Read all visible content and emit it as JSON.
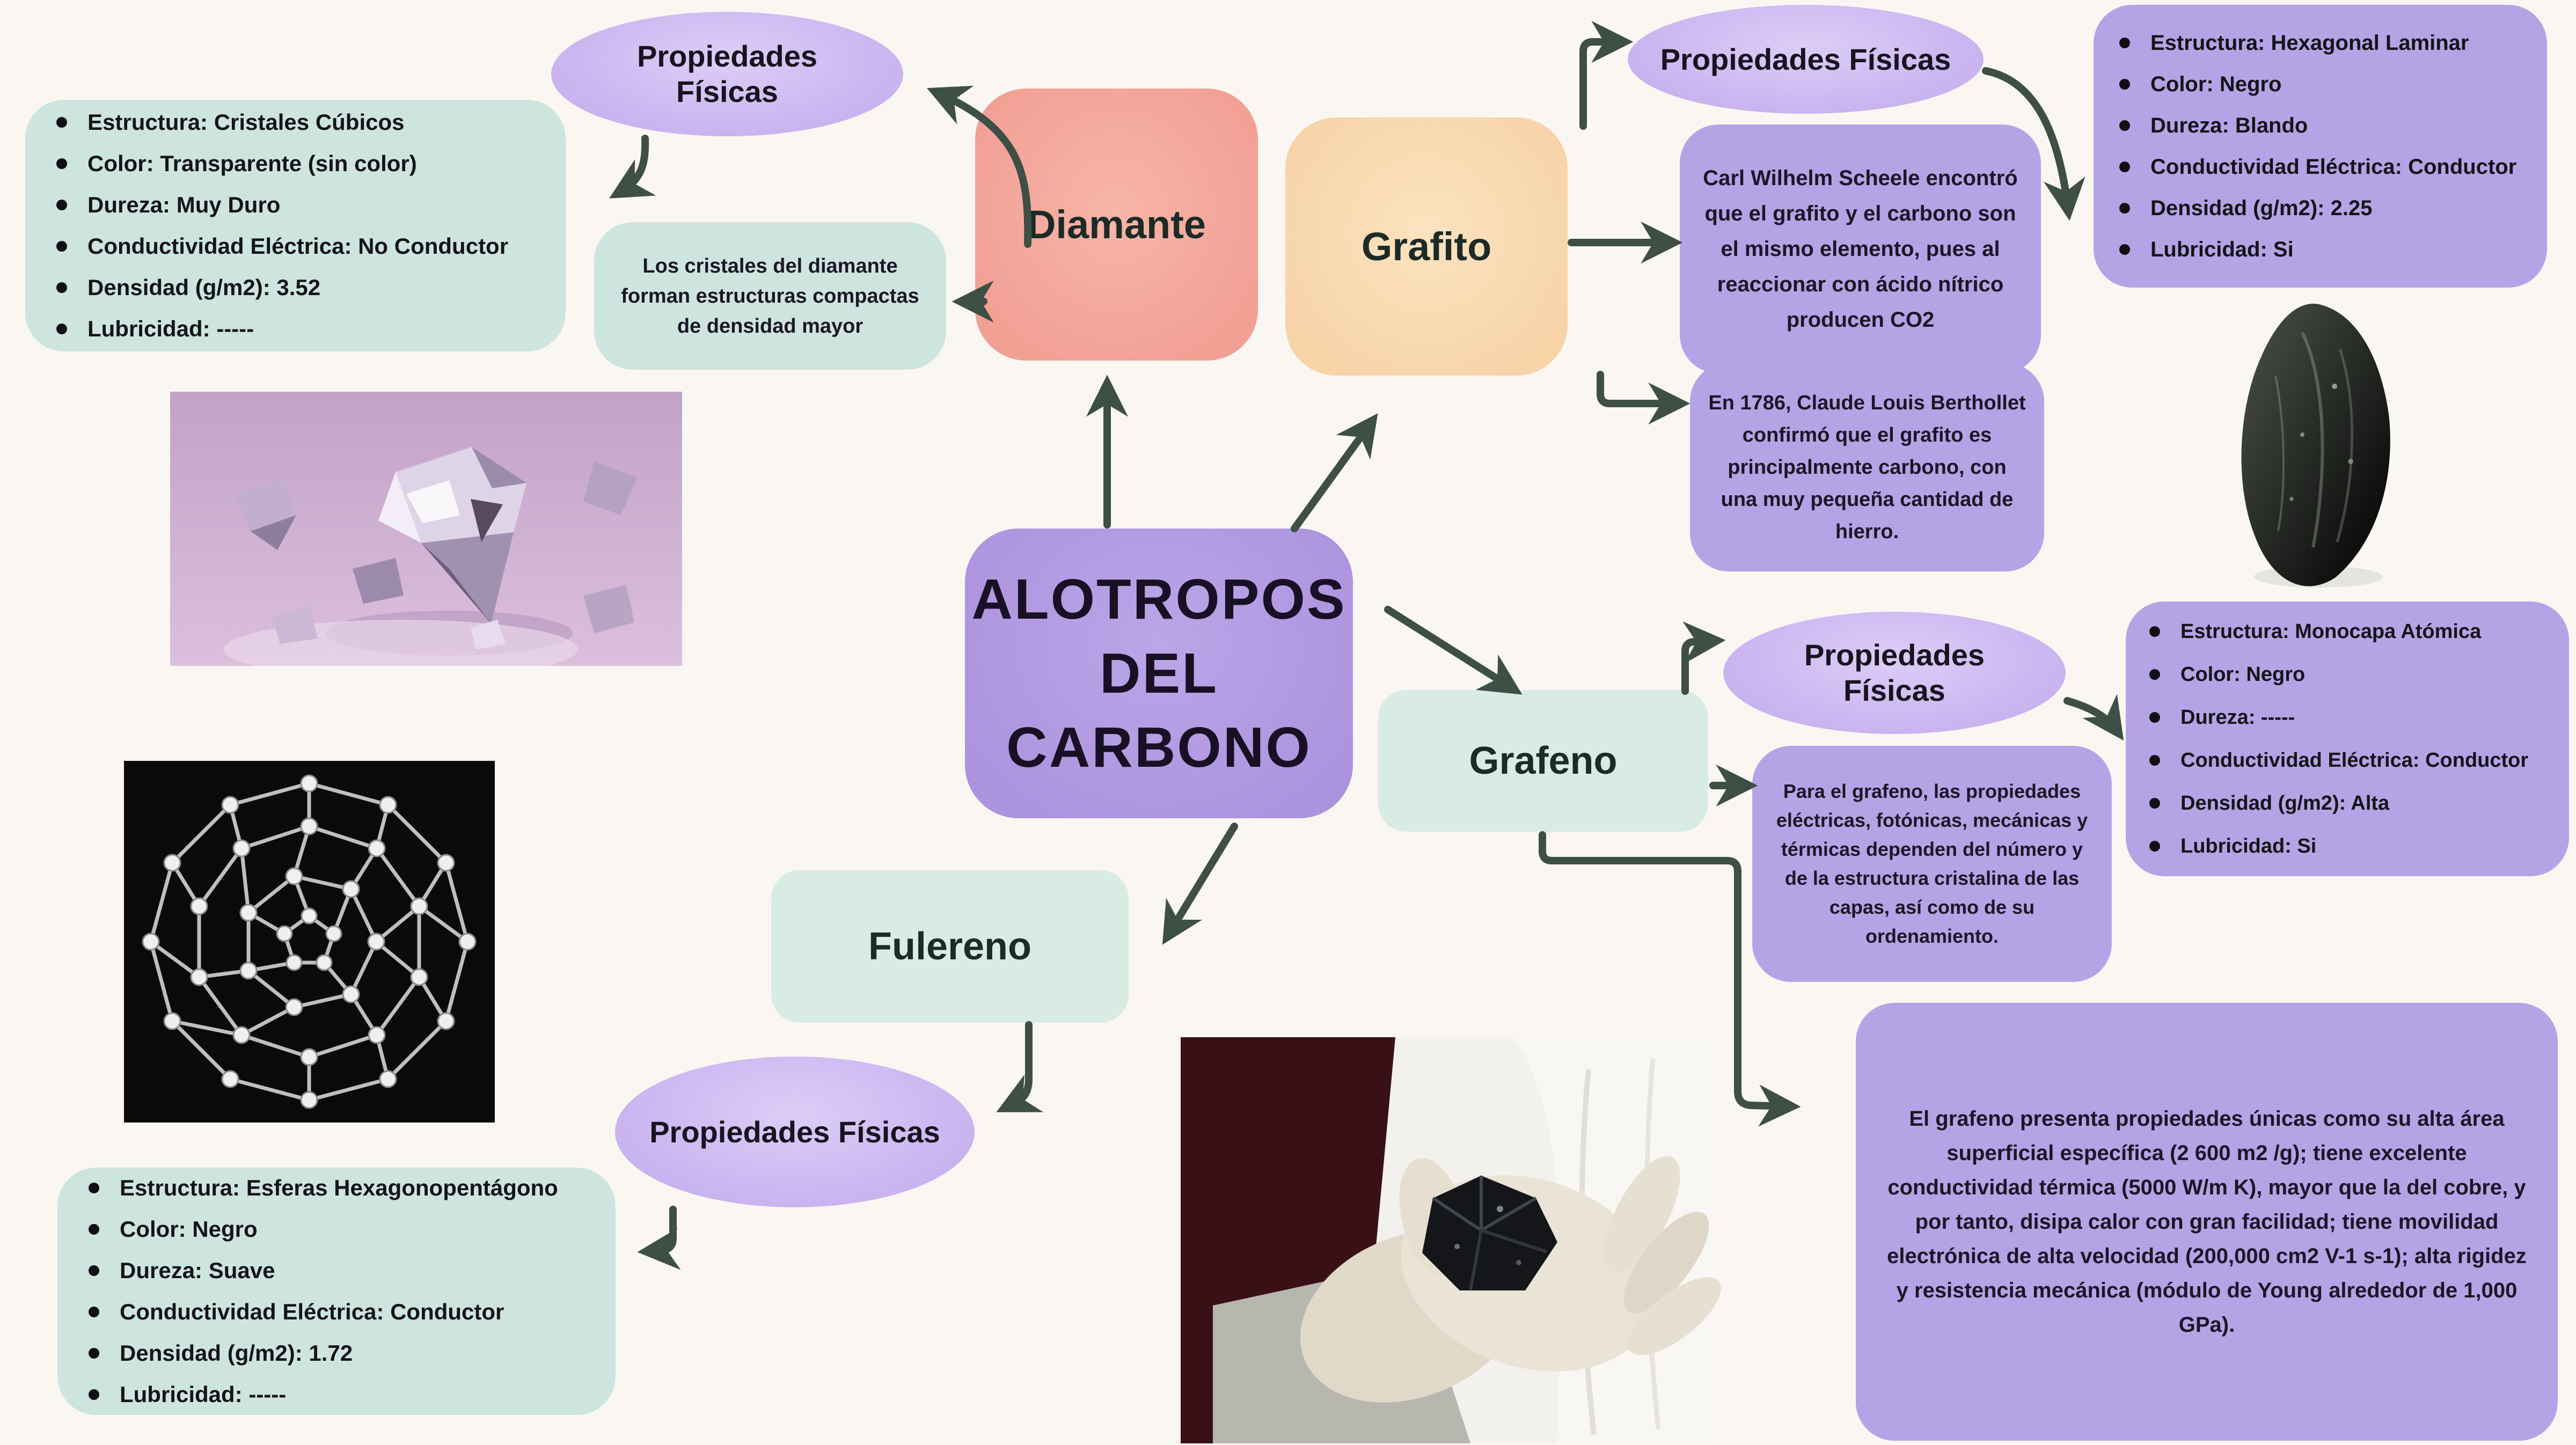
{
  "central": {
    "lines": [
      "ALOTROPOS",
      "DEL",
      "CARBONO"
    ]
  },
  "labels": {
    "propiedades_fisicas": "Propiedades Físicas"
  },
  "nodes": {
    "diamante": {
      "label": "Diamante",
      "properties": [
        "Estructura: Cristales Cúbicos",
        "Color: Transparente (sin color)",
        "Dureza: Muy Duro",
        "Conductividad Eléctrica: No Conductor",
        "Densidad (g/m2): 3.52",
        "Lubricidad: -----"
      ],
      "note": "Los cristales del diamante forman estructuras compactas de densidad mayor"
    },
    "grafito": {
      "label": "Grafito",
      "properties": [
        "Estructura: Hexagonal Laminar",
        "Color: Negro",
        "Dureza: Blando",
        "Conductividad Eléctrica: Conductor",
        "Densidad (g/m2): 2.25",
        "Lubricidad: Si"
      ],
      "note_scheele": "Carl Wilhelm Scheele encontró que el grafito y el carbono son el mismo elemento, pues al reaccionar con ácido nítrico producen CO2",
      "note_berthollet": "En 1786, Claude Louis Berthollet confirmó que el grafito es principalmente carbono, con una muy pequeña cantidad de hierro."
    },
    "grafeno": {
      "label": "Grafeno",
      "properties": [
        "Estructura: Monocapa Atómica",
        "Color: Negro",
        "Dureza: -----",
        "Conductividad Eléctrica: Conductor",
        "Densidad (g/m2): Alta",
        "Lubricidad: Si"
      ],
      "note": "Para el grafeno, las propiedades eléctricas, fotónicas, mecánicas y térmicas dependen del número y de la estructura cristalina de las capas, así como de su ordenamiento.",
      "detail": "El grafeno presenta propiedades únicas como su alta área superficial específica (2 600 m2 /g); tiene excelente conductividad térmica (5000 W/m K), mayor que la del cobre, y por tanto, disipa calor con gran facilidad; tiene movilidad electrónica de alta velocidad (200,000 cm2 V-1 s-1); alta rigidez y resistencia mecánica (módulo de Young alrededor de 1,000 GPa)."
    },
    "fulereno": {
      "label": "Fulereno",
      "properties": [
        "Estructura: Esferas Hexagonopentágono",
        "Color: Negro",
        "Dureza: Suave",
        "Conductividad Eléctrica: Conductor",
        "Densidad (g/m2): 1.72",
        "Lubricidad: -----"
      ]
    }
  },
  "palette": {
    "background": "#faf7f3",
    "central_purple": "#b19ae2",
    "bubble_lavender": "#ccb9f1",
    "panel_purple": "#b4a4e6",
    "panel_teal": "#cee5df",
    "node_mint": "#d8ece5",
    "node_diamante": "#f4a59a",
    "node_grafito": "#f8d8b0",
    "arrow_green": "#3e4f45",
    "text": "#20202a"
  }
}
